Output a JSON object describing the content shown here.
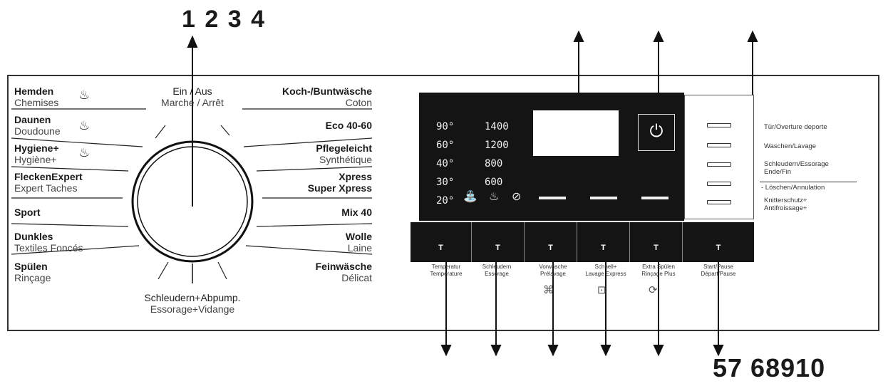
{
  "top_numbers": "1 2 3 4",
  "bottom_numbers": "57 68910",
  "dial": {
    "top": {
      "de": "Ein / Aus",
      "fr": "Marche / Arrêt"
    },
    "bottom": {
      "de": "Schleudern+Abpump.",
      "fr": "Essorage+Vidange"
    }
  },
  "left_programs": [
    {
      "de": "Hemden",
      "fr": "Chemises",
      "icon": "hand-wash-icon"
    },
    {
      "de": "Daunen",
      "fr": "Doudoune",
      "icon": "hand-wash-icon"
    },
    {
      "de": "Hygiene+",
      "fr": "Hygiène+",
      "icon": "hand-wash-icon"
    },
    {
      "de": "FleckenExpert",
      "fr": "Expert Taches"
    },
    {
      "de": "Sport",
      "fr": ""
    },
    {
      "de": "Dunkles",
      "fr": "Textiles Foncés"
    },
    {
      "de": "Spülen",
      "fr": "Rinçage"
    }
  ],
  "right_programs": [
    {
      "de": "Koch-/Buntwäsche",
      "fr": "Coton"
    },
    {
      "de": "Eco 40-60",
      "fr": ""
    },
    {
      "de": "Pflegeleicht",
      "fr": "Synthétique"
    },
    {
      "de": "Xpress",
      "fr": "Super Xpress"
    },
    {
      "de": "Mix 40",
      "fr": ""
    },
    {
      "de": "Wolle",
      "fr": "Laine"
    },
    {
      "de": "Feinwäsche",
      "fr": "Délicat"
    }
  ],
  "display": {
    "temperatures": [
      "90°",
      "60°",
      "40°",
      "30°",
      "20°"
    ],
    "speeds": [
      "1400",
      "1200",
      "800",
      "600"
    ]
  },
  "buttons": [
    {
      "line1": "Temperatur",
      "line2": "Temperature",
      "icon": ""
    },
    {
      "line1": "Schleudern",
      "line2": "Essorage",
      "icon": ""
    },
    {
      "line1": "Vorwäsche",
      "line2": "Prélavage",
      "icon": "prewash-icon"
    },
    {
      "line1": "Schnell+",
      "line2": "Lavage Express",
      "icon": "lock-icon"
    },
    {
      "line1": "Extra Spülen",
      "line2": "Rinçage Plus",
      "icon": "rinse-icon"
    },
    {
      "line1": "Start/Pause",
      "line2": "Départ/Pause",
      "icon": ""
    }
  ],
  "status_leds": [
    {
      "label": "Tür/Overture deporte"
    },
    {
      "label": "Waschen/Lavage"
    },
    {
      "label": "Schleudern/Essorage",
      "label2": "Ende/Fin"
    },
    {
      "label": "- Löschen/Annulation"
    },
    {
      "label": "Knitterschutz+",
      "label2": "Antifroissage+"
    }
  ]
}
